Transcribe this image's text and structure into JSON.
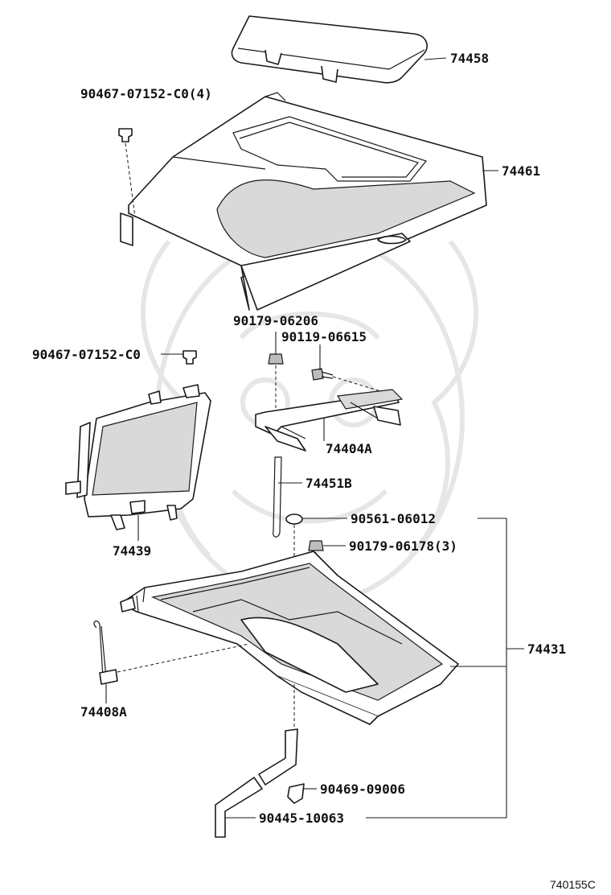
{
  "diagram": {
    "reference_code": "740155C",
    "labels": {
      "p74458": "74458",
      "p90467_top": "90467-07152-C0(4)",
      "p74461": "74461",
      "p90179_06206": "90179-06206",
      "p90119_06615": "90119-06615",
      "p90467_mid": "90467-07152-C0",
      "p74404A": "74404A",
      "p74451B": "74451B",
      "p74439": "74439",
      "p90561_06012": "90561-06012",
      "p90179_06178": "90179-06178(3)",
      "p74431": "74431",
      "p74408A": "74408A",
      "p90469_09006": "90469-09006",
      "p90445_10063": "90445-10063"
    }
  }
}
